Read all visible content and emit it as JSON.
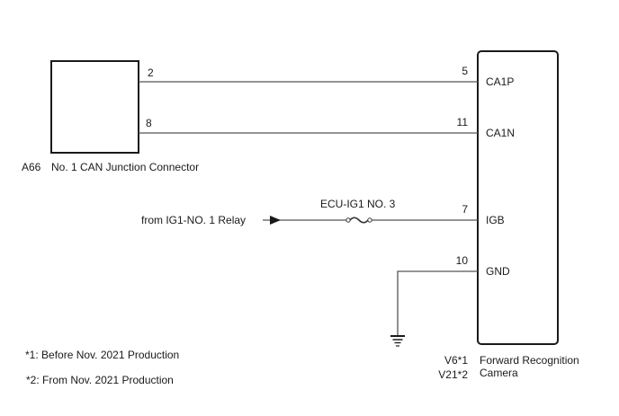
{
  "components": {
    "junction_connector": {
      "code": "A66",
      "name": "No. 1 CAN Junction Connector",
      "pins": [
        {
          "number": "2",
          "net": "CA1P"
        },
        {
          "number": "8",
          "net": "CA1N"
        }
      ]
    },
    "camera": {
      "codes": [
        "V6*1",
        "V21*2"
      ],
      "name_line1": "Forward Recognition",
      "name_line2": "Camera",
      "pins": [
        {
          "number": "5",
          "label": "CA1P"
        },
        {
          "number": "11",
          "label": "CA1N"
        },
        {
          "number": "7",
          "label": "IGB"
        },
        {
          "number": "10",
          "label": "GND"
        }
      ]
    }
  },
  "power": {
    "source_label": "from IG1-NO. 1 Relay",
    "fuse_label": "ECU-IG1 NO. 3"
  },
  "icons": {
    "arrow": "arrow-right-icon",
    "fuse": "fuse-icon",
    "ground": "ground-icon"
  },
  "notes": [
    "*1: Before Nov. 2021 Production",
    "*2: From Nov. 2021 Production"
  ],
  "colors": {
    "wire": "#555555",
    "box": "#1a1a1a",
    "text": "#1a1a1a"
  }
}
